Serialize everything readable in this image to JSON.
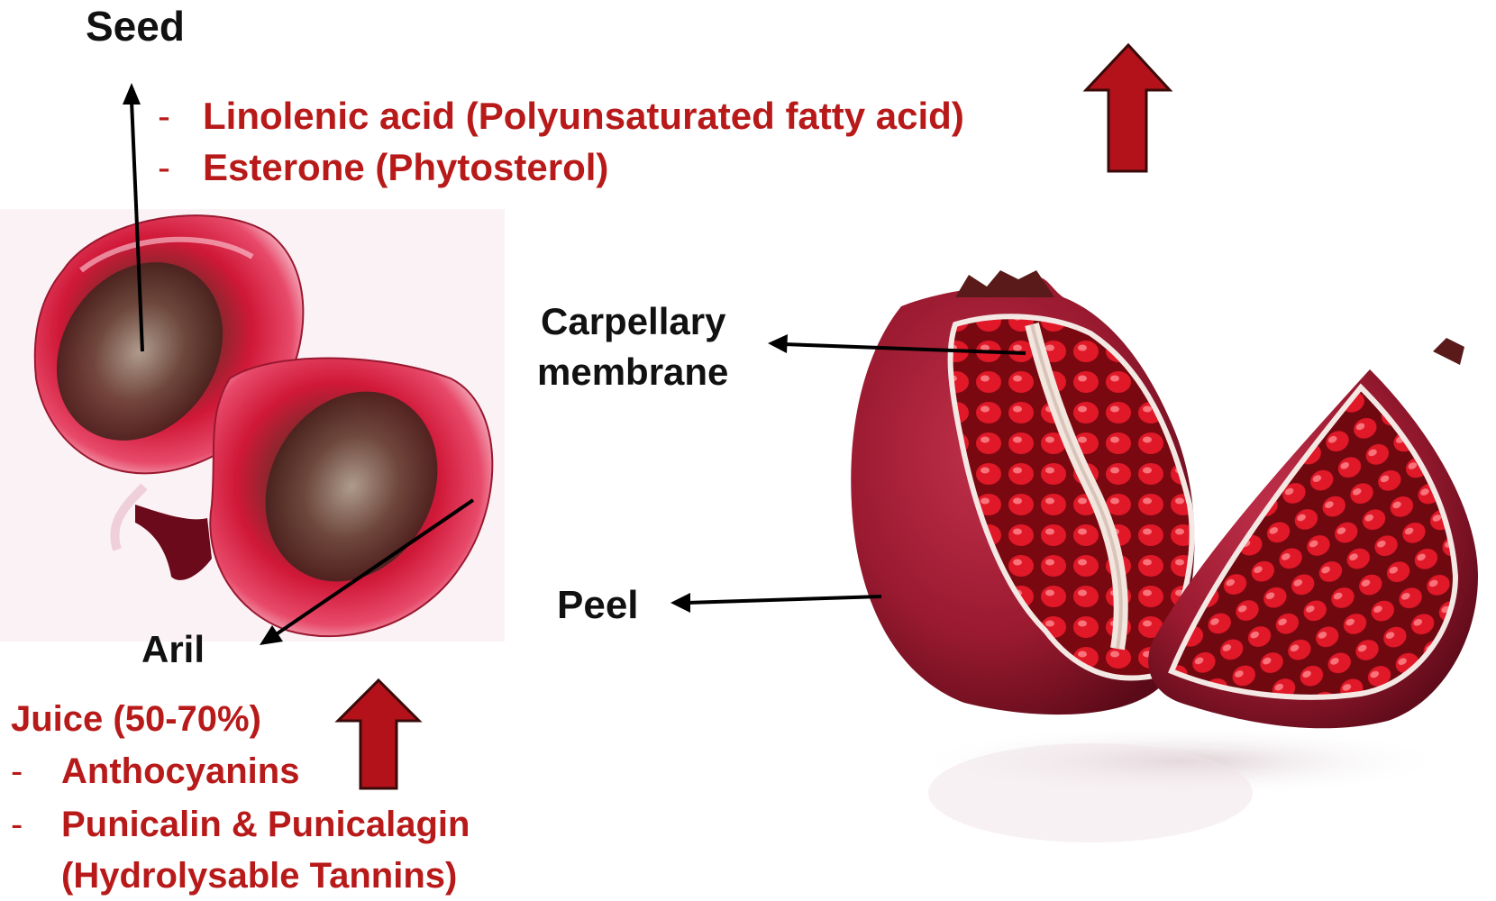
{
  "labels": {
    "seed": "Seed",
    "aril": "Aril",
    "carpellary_line1": "Carpellary",
    "carpellary_line2": "membrane",
    "peel": "Peel"
  },
  "seed_compounds": {
    "bullet": "-",
    "items": [
      "Linolenic acid (Polyunsaturated fatty acid)",
      "Esterone (Phytosterol)"
    ]
  },
  "aril_compounds": {
    "heading": "Juice (50-70%)",
    "bullet": "-",
    "item1": "Anthocyanins",
    "item2_line1": "Punicalin & Punicalagin",
    "item2_line2": "(Hydrolysable Tannins)"
  },
  "colors": {
    "label_text": "#111111",
    "compound_text": "#b81a1a",
    "increase_arrow_fill": "#b3121a",
    "increase_arrow_stroke": "#3a0a0a"
  },
  "icons": [
    "increase-arrow-icon",
    "pointer-arrow-icon",
    "aril-illustration",
    "pomegranate-illustration"
  ]
}
